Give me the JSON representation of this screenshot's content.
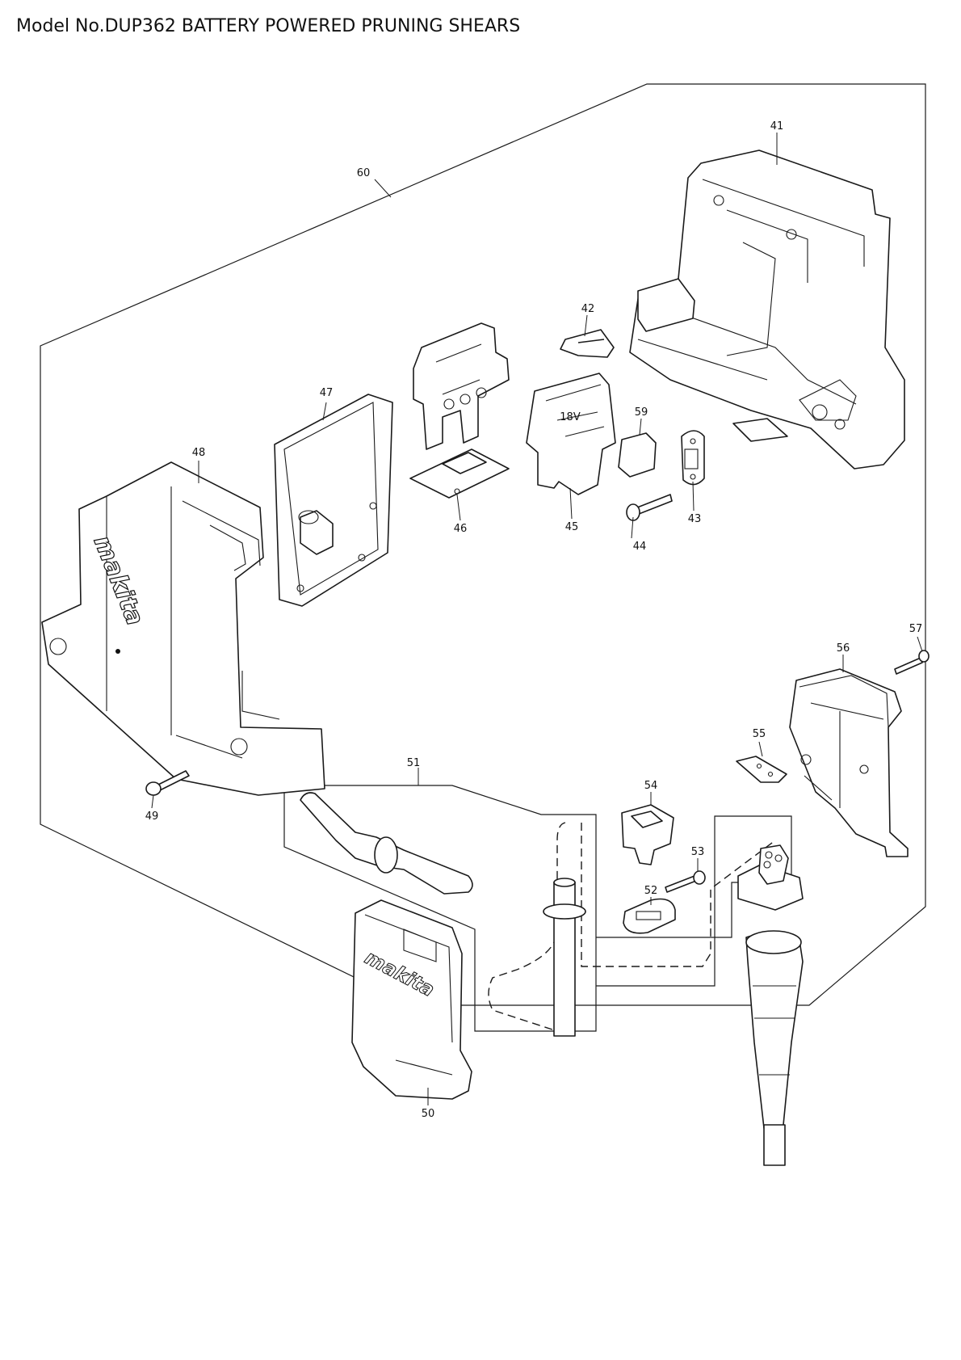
{
  "title": "Model No.DUP362 BATTERY POWERED PRUNING SHEARS",
  "brand_mark": "makita",
  "part_labels": {
    "p41": "41",
    "p42": "42",
    "p43": "43",
    "p44": "44",
    "p45": "45",
    "p46": "46",
    "p47": "47",
    "p48": "48",
    "p49": "49",
    "p50": "50",
    "p51": "51",
    "p52": "52",
    "p53": "53",
    "p54": "54",
    "p55": "55",
    "p56": "56",
    "p57": "57",
    "p59": "59",
    "p60": "60"
  }
}
